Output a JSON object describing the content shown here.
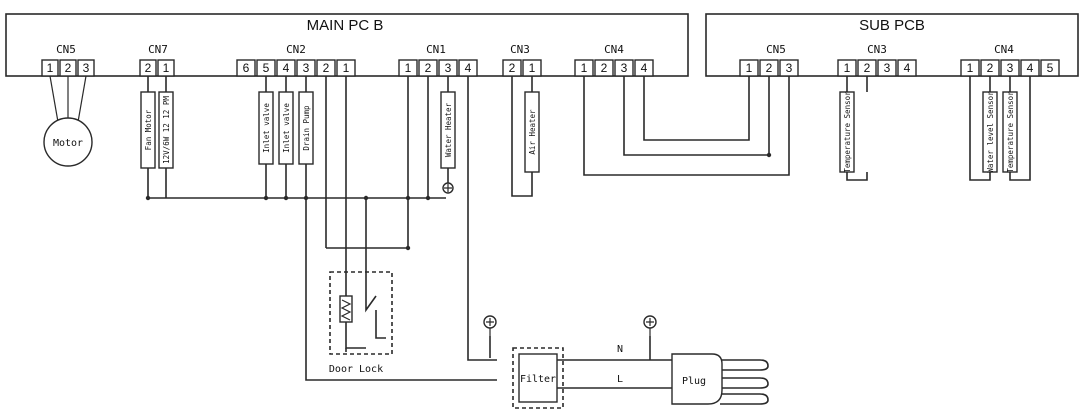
{
  "boards": {
    "main": "MAIN PC B",
    "sub": "SUB  PCB"
  },
  "main_connectors": {
    "cn5": {
      "label": "CN5",
      "pins": [
        "1",
        "2",
        "3"
      ]
    },
    "cn7": {
      "label": "CN7",
      "pins": [
        "2",
        "1"
      ]
    },
    "cn2": {
      "label": "CN2",
      "pins": [
        "6",
        "5",
        "4",
        "3",
        "2",
        "1"
      ]
    },
    "cn1": {
      "label": "CN1",
      "pins": [
        "1",
        "2",
        "3",
        "4"
      ]
    },
    "cn3": {
      "label": "CN3",
      "pins": [
        "2",
        "1"
      ]
    },
    "cn4": {
      "label": "CN4",
      "pins": [
        "1",
        "2",
        "3",
        "4"
      ]
    }
  },
  "sub_connectors": {
    "cn5": {
      "label": "CN5",
      "pins": [
        "1",
        "2",
        "3"
      ]
    },
    "cn3": {
      "label": "CN3",
      "pins": [
        "1",
        "2",
        "3",
        "4"
      ]
    },
    "cn4": {
      "label": "CN4",
      "pins": [
        "1",
        "2",
        "3",
        "4",
        "5"
      ]
    }
  },
  "components": {
    "motor": "Motor",
    "fan_motor": "Fan Motor",
    "fan_motor_volts": "12V/6W 12 12 PM",
    "inlet_valve_1": "Inlet valve",
    "inlet_valve_2": "Inlet valve",
    "drain_pump": "Drain Pump",
    "water_heater": "Water Heater",
    "air_heater": "Air Heater",
    "temp_sensor_1": "Temperature Sensor",
    "water_level_sensor": "Water level Sensor",
    "temp_sensor_2": "Temperature Sensor",
    "door_lock": "Door Lock",
    "filter": "Filter",
    "plug": "Plug",
    "neutral": "N",
    "line": "L"
  }
}
